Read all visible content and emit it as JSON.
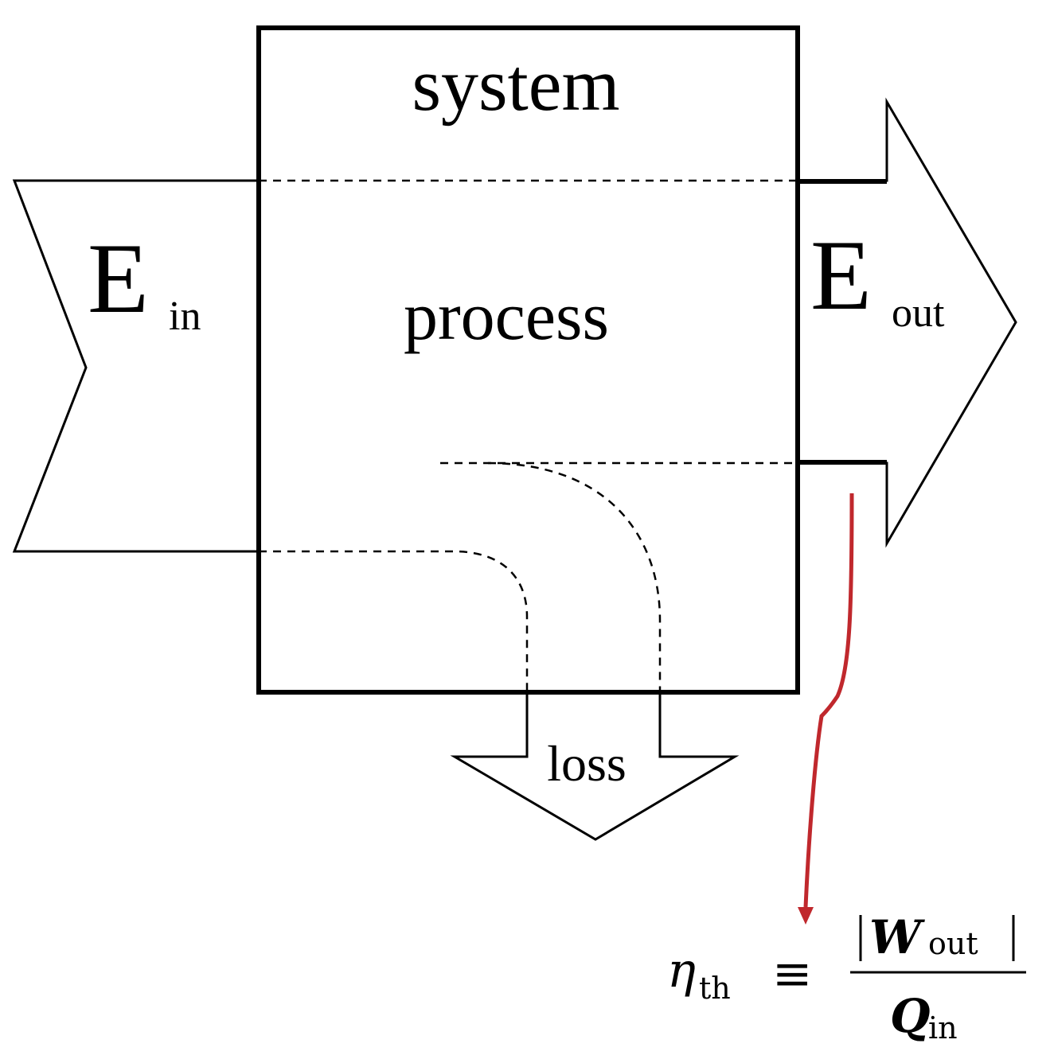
{
  "diagram": {
    "system_label": "system",
    "process_label": "process",
    "input": {
      "symbol": "E",
      "subscript": "in"
    },
    "output": {
      "symbol": "E",
      "subscript": "out"
    },
    "loss_label": "loss",
    "efficiency": {
      "lhs_symbol": "η",
      "lhs_subscript": "th",
      "relation": "≡",
      "numerator_symbol": "W",
      "numerator_subscript": "out",
      "denominator_symbol": "Q",
      "denominator_subscript": "in"
    },
    "colors": {
      "stroke": "#000000",
      "pointer": "#c0282d",
      "background": "#ffffff"
    }
  }
}
